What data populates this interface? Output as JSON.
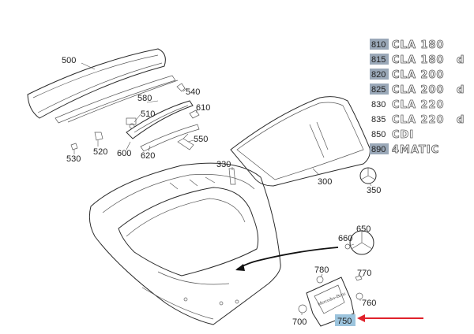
{
  "callouts": {
    "c500": "500",
    "c580": "580",
    "c540": "540",
    "c510": "510",
    "c610": "610",
    "c520": "520",
    "c530": "530",
    "c600": "600",
    "c620": "620",
    "c550": "550",
    "c330": "330",
    "c300": "300",
    "c350": "350",
    "c660": "660",
    "c650": "650",
    "c780": "780",
    "c770": "770",
    "c760": "760",
    "c700": "700",
    "c750": "750"
  },
  "badges": [
    {
      "code": "810",
      "model": "CLA 180",
      "suffix": "",
      "highlighted": true
    },
    {
      "code": "815",
      "model": "CLA 180",
      "suffix": "d",
      "highlighted": true
    },
    {
      "code": "820",
      "model": "CLA 200",
      "suffix": "",
      "highlighted": true
    },
    {
      "code": "825",
      "model": "CLA 200",
      "suffix": "d",
      "highlighted": true
    },
    {
      "code": "830",
      "model": "CLA 220",
      "suffix": "",
      "highlighted": false
    },
    {
      "code": "835",
      "model": "CLA 220",
      "suffix": "d",
      "highlighted": false
    },
    {
      "code": "850",
      "model": "CDI",
      "suffix": "",
      "highlighted": false
    },
    {
      "code": "890",
      "model": "4MATIC",
      "suffix": "",
      "highlighted": true
    }
  ],
  "plate_text": "Mercedes-Benz",
  "colors": {
    "highlight": "#9aa8b8",
    "highlight_750": "#9cc4dd",
    "arrow_red": "#e0222b",
    "arrow_black": "#111111",
    "line": "#2b2b2b"
  }
}
